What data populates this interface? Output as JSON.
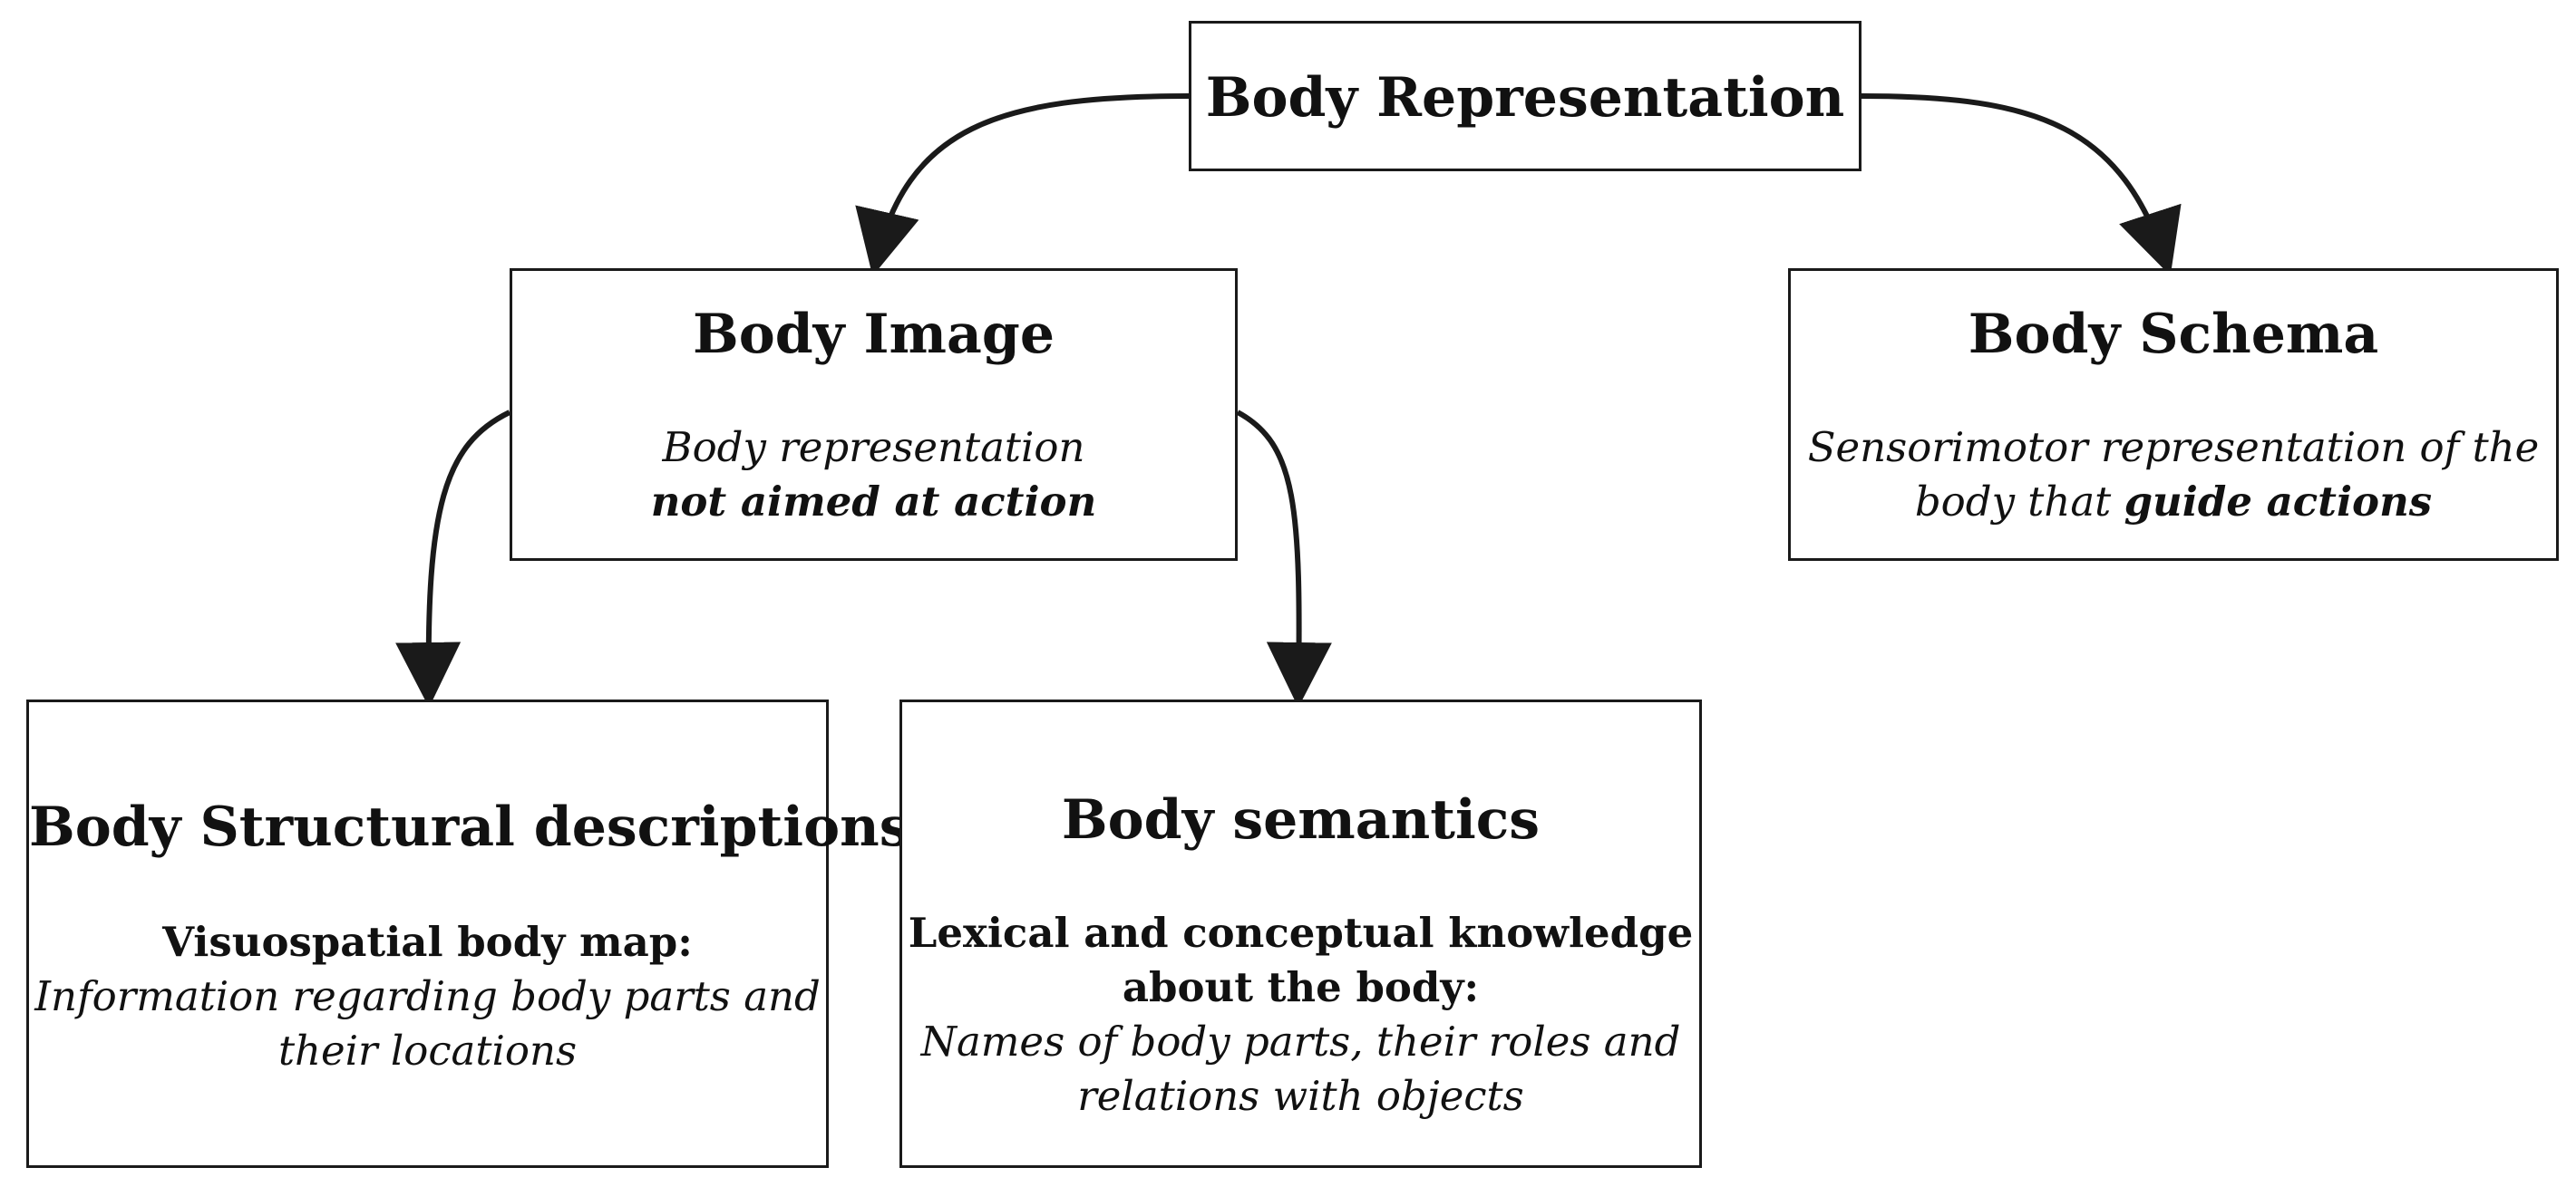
{
  "nodes": {
    "root": {
      "title": "Body Representation"
    },
    "body_image": {
      "title": "Body Image",
      "line1": "Body representation",
      "line2": "not aimed at action"
    },
    "body_schema": {
      "title": "Body Schema",
      "line1": "Sensorimotor representation of the",
      "line2_plain": "body that ",
      "line2_bold": "guide actions"
    },
    "body_structural": {
      "title": "Body Structural descriptions",
      "subtitle": "Visuospatial body map:",
      "line1": "Information regarding body parts and",
      "line2": "their locations"
    },
    "body_semantics": {
      "title": "Body semantics",
      "subtitle1": "Lexical and conceptual knowledge",
      "subtitle2": "about the body:",
      "line1": "Names of body parts, their roles and",
      "line2": "relations with objects"
    }
  },
  "colors": {
    "stroke": "#1a1a1a",
    "background": "#ffffff",
    "text": "#111111"
  }
}
